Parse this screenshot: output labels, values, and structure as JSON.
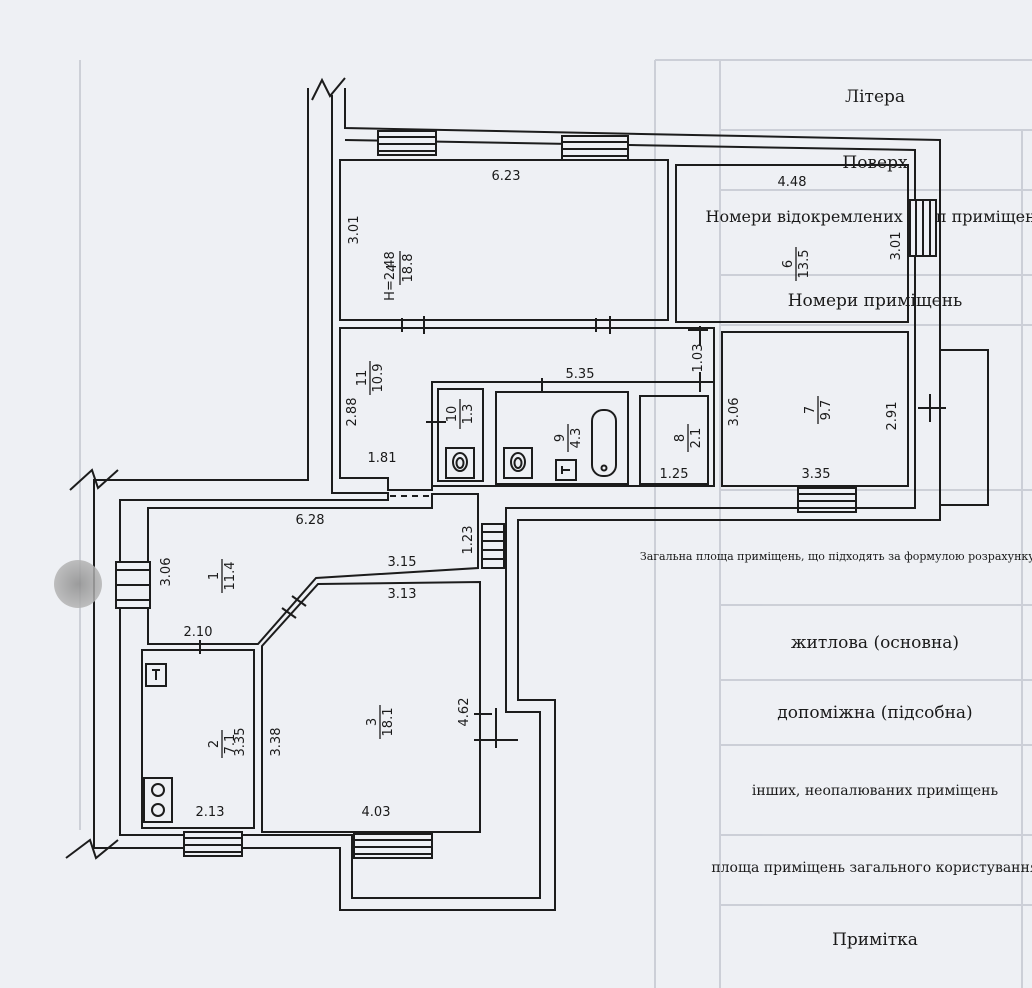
{
  "colors": {
    "paper": "#eef0f4",
    "ink": "#1c1c1c",
    "ghost": "#c9ccd4",
    "stamp": "#a3a3a3"
  },
  "ghost_table": {
    "rows": [
      "Літера",
      "Поверх",
      "Номери відокремлених груп приміщень",
      "Номери приміщень",
      "Загальна площа приміщень, що підходять за формулою розрахунку площі (кв.м)",
      "житлова (основна)",
      "допоміжна (підсобна)",
      "інших, неопалюваних приміщень",
      "площа приміщень загального користування",
      "Примітка"
    ]
  },
  "plan": {
    "rooms": [
      {
        "num": "4",
        "area": "18.8"
      },
      {
        "num": "6",
        "area": "13.5"
      },
      {
        "num": "11",
        "area": "10.9"
      },
      {
        "num": "10",
        "area": "1.3"
      },
      {
        "num": "9",
        "area": "4.3"
      },
      {
        "num": "8",
        "area": "2.1"
      },
      {
        "num": "7",
        "area": "9.7"
      },
      {
        "num": "1",
        "area": "11.4"
      },
      {
        "num": "2",
        "area": "7.1"
      },
      {
        "num": "3",
        "area": "18.1"
      }
    ],
    "dims": {
      "r4_w": "6.23",
      "r4_h": "3.01",
      "height": "H=2.48",
      "r6_w": "4.48",
      "r6_h": "3.01",
      "hall_w": "5.35",
      "r11_h": "2.88",
      "r11_w": "1.81",
      "gap": "1.03",
      "r7_h": "3.06",
      "r7_d": "2.91",
      "r7_w": "3.35",
      "r8_w": "1.25",
      "r1_w": "6.28",
      "step": "1.23",
      "r1_h": "3.06",
      "top_a": "3.15",
      "top_b": "3.13",
      "r2_w": "2.10",
      "r2_h": "3.35",
      "r2_b": "2.13",
      "r3_l": "3.38",
      "r3_r": "4.62",
      "r3_b": "4.03"
    }
  }
}
